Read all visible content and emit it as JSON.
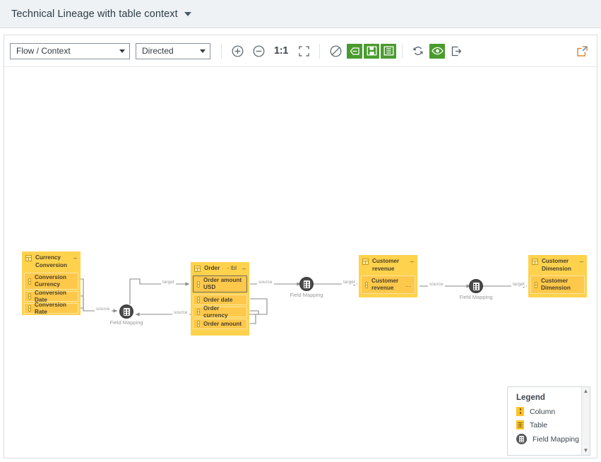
{
  "titlebar": {
    "title": "Technical Lineage with table context",
    "caret_icon": "chevron-down-icon"
  },
  "toolbar": {
    "flow_select": {
      "value": "Flow / Context",
      "icon": "chevron-down-icon"
    },
    "direction_select": {
      "value": "Directed",
      "icon": "chevron-down-icon"
    },
    "zoom_in": "zoom-in-icon",
    "zoom_out": "zoom-out-icon",
    "actual_size_label": "1:1",
    "fit_screen": "fit-to-screen-icon",
    "no_entry": "disable-icon",
    "label_toggle": "label-toggle-icon",
    "export_image": "export-image-icon",
    "list_view": "list-view-icon",
    "refresh": "refresh-icon",
    "visibility": "eye-icon",
    "export": "export-icon",
    "open_new_window": "open-external-icon",
    "accent_green": "#4a9b2f"
  },
  "legend": {
    "title": "Legend",
    "items": [
      {
        "label": "Column",
        "icon": "column-icon",
        "color": "#fcc323"
      },
      {
        "label": "Table",
        "icon": "table-icon",
        "color": "#fcc323"
      },
      {
        "label": "Field Mapping",
        "icon": "field-mapping-icon",
        "color": "#58595b"
      }
    ],
    "scroll_up": "▲",
    "scroll_down": "▼"
  },
  "graph": {
    "colors": {
      "group_fill": "#ffd24d",
      "column_fill": "#fec84b",
      "column_border": "#fbe3a0",
      "selected_border": "#6b6a62",
      "edge": "#888888",
      "mapping_node": "#4d4d4d"
    },
    "groups": [
      {
        "id": "currency-conversion",
        "title": "Currency Conversion",
        "tbl_suffix": "",
        "collapse": "–",
        "icon": "table-icon",
        "columns": [
          {
            "label": "Conversion Currency",
            "icon": "column-icon",
            "ellipsis": "",
            "selected": false
          },
          {
            "label": "Conversion Date",
            "icon": "column-icon",
            "ellipsis": "",
            "selected": false
          },
          {
            "label": "Conversion Rate",
            "icon": "column-icon",
            "ellipsis": "",
            "selected": false
          }
        ]
      },
      {
        "id": "order",
        "title": "Order",
        "tbl_suffix": "- tbl",
        "collapse": "–",
        "icon": "table-icon",
        "columns": [
          {
            "label": "Order amount USD",
            "icon": "column-icon",
            "ellipsis": "",
            "selected": true
          },
          {
            "label": "Order date",
            "icon": "column-icon",
            "ellipsis": "",
            "selected": false
          },
          {
            "label": "Order currency",
            "icon": "column-icon",
            "ellipsis": "",
            "selected": false
          },
          {
            "label": "Order amount",
            "icon": "column-icon",
            "ellipsis": "",
            "selected": false
          }
        ]
      },
      {
        "id": "customer-revenue",
        "title": "Customer revenue",
        "tbl_suffix": "",
        "collapse": "–",
        "icon": "table-icon",
        "columns": [
          {
            "label": "Customer revenue",
            "icon": "column-icon",
            "ellipsis": "...",
            "selected": false
          }
        ]
      },
      {
        "id": "customer-dimension",
        "title": "Customer Dimension",
        "tbl_suffix": "",
        "collapse": "–",
        "icon": "table-icon",
        "columns": [
          {
            "label": "Customer Dimension",
            "icon": "column-icon",
            "ellipsis": "",
            "selected": false
          }
        ]
      }
    ],
    "mapping_nodes": [
      {
        "id": "fm1",
        "caption": "Field Mapping",
        "icon": "field-mapping-icon"
      },
      {
        "id": "fm2",
        "caption": "Field Mapping",
        "icon": "field-mapping-icon"
      },
      {
        "id": "fm3",
        "caption": "Field Mapping",
        "icon": "field-mapping-icon"
      }
    ],
    "edge_labels": {
      "source": "source",
      "target": "target"
    }
  }
}
